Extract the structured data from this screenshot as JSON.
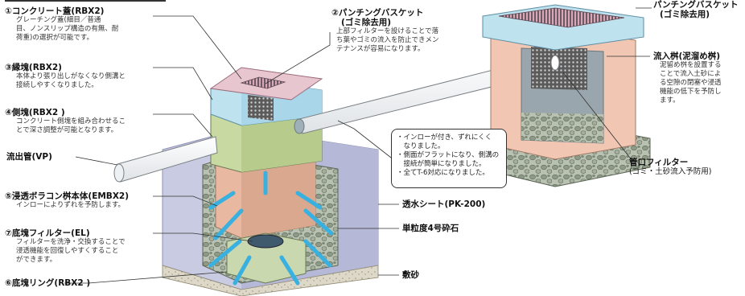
{
  "labels": {
    "cover": {
      "title": "①コンクリート蓋(RBX2)",
      "desc": "グレーチング蓋(細目／普通\n目、ノンスリップ構造の有無、耐\n荷重)の選択が可能です。"
    },
    "basket": {
      "title": "②パンチングバスケット",
      "sub": "(ゴミ除去用)",
      "desc": "上部フィルターを設けることで落\nち葉やゴミの流入を防止できメン\nテナンスが容易になります。"
    },
    "edge": {
      "title": "③縁塊(RBX2)",
      "desc": "本体より張り出しがなくなり側溝と\n接続しやすくなりました。"
    },
    "side": {
      "title": "④側塊(RBX2 )",
      "desc": "コンクリート側塊を組み合わせるこ\nとで深さ調整が可能となります。"
    },
    "outflow": {
      "title": "流出管(VP)"
    },
    "body": {
      "title": "⑤浸透ボラコン桝本体(EMBX2)",
      "desc": "インローによりずれを予防します。"
    },
    "bottom_filter": {
      "title": "⑦底塊フィルター(EL)",
      "desc": "フィルターを洗浄・交換することで\n浸透機能を回復しやすくすること\nができます。"
    },
    "ring": {
      "title": "⑥底塊リング(RBX2 )"
    },
    "callout": {
      "text": "・インローが付き、ずれにくく\n　なりました。\n・側面がフラットになり、側溝の\n　接続が簡単になりました。\n・全てT-6対応になりました。"
    },
    "sheet": {
      "title": "透水シート(PK-200)"
    },
    "gravel": {
      "title": "単粒度4号砕石"
    },
    "sand": {
      "title": "敷砂"
    },
    "inlet": {
      "title": "流入桝(泥溜め桝)",
      "desc": "泥留め桝を設置する\nことで流入土砂によ\nる空隙の閉塞や浸透\n機能の低下を予防し\nます。"
    },
    "basket_right": {
      "title": "パンチングバスケット",
      "sub": "(ゴミ除去用)"
    },
    "pipe_filter": {
      "title": "管口フィルター",
      "sub": "(ゴミ・土砂流入予防用)"
    }
  }
}
